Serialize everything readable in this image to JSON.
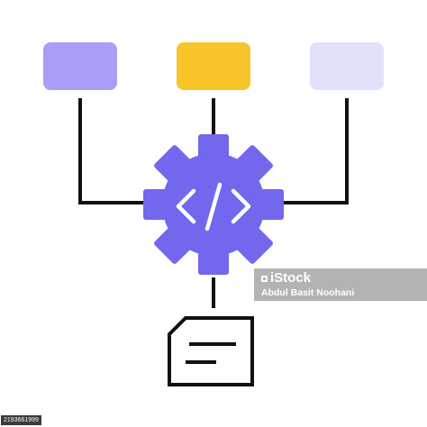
{
  "diagram": {
    "boxes": [
      {
        "name": "box-left",
        "color": "#a89ef5"
      },
      {
        "name": "box-center",
        "color": "#f7c42a"
      },
      {
        "name": "box-right",
        "color": "#e2e1fc"
      }
    ],
    "gear": {
      "color": "#7367ee",
      "symbol": "</>"
    },
    "line_color": "#111111",
    "document": {
      "lines": 2
    }
  },
  "watermark": {
    "brand": "iStock",
    "credit": "Abdul Basit Noohani"
  },
  "image_id": "2193661999"
}
